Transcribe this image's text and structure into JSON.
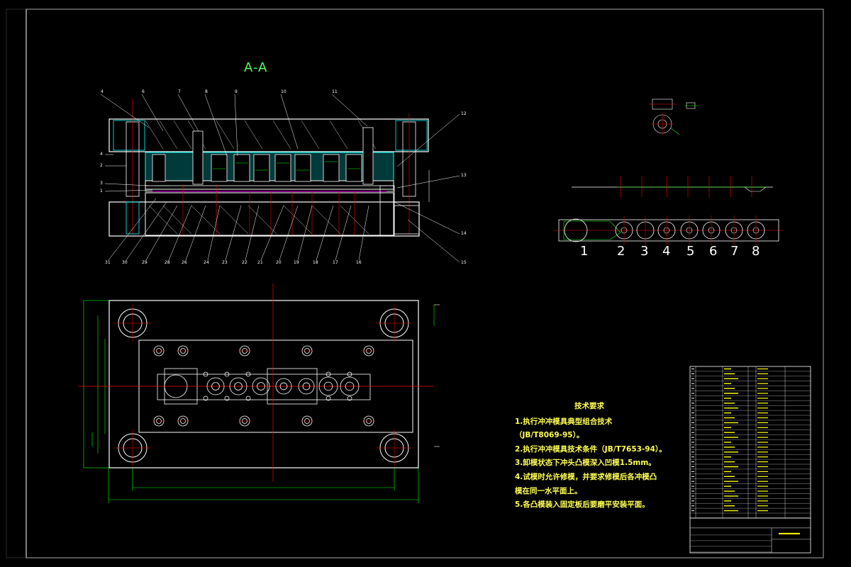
{
  "drawing": {
    "section_label": "A-A",
    "tech_requirements": {
      "title": "技术要求",
      "items": [
        "1.执行冲冲模具典型组合技术",
        "（JB/T8069-95）。",
        "2.执行冲冲模具技术条件（JB/T7653-94）。",
        "3.卸模状态下冲头凸模深入凹模1.5mm。",
        "4.试模时允许修模，并要求修模后各冲模凸",
        "模在同一水平面上。",
        "5.各凸模装入固定板后要磨平安装平面。"
      ]
    },
    "strip_steps": [
      "1",
      "2",
      "3",
      "4",
      "5",
      "6",
      "7",
      "8"
    ],
    "part_numbers_top": [
      "4",
      "6",
      "7",
      "8",
      "9",
      "10",
      "11"
    ],
    "part_numbers_right": [
      "12",
      "13",
      "14",
      "15"
    ],
    "part_numbers_left": [
      "4",
      "2",
      "3",
      "1"
    ],
    "part_numbers_bottom": [
      "31",
      "30",
      "29",
      "28",
      "26",
      "24",
      "23",
      "22",
      "21",
      "20",
      "19",
      "18",
      "17",
      "16"
    ]
  },
  "colors": {
    "background": "#000000",
    "outline": "#ffffff",
    "steel": "#00ffff",
    "center": "#ff0000",
    "dimension": "#00ff00",
    "text": "#ffff00"
  }
}
